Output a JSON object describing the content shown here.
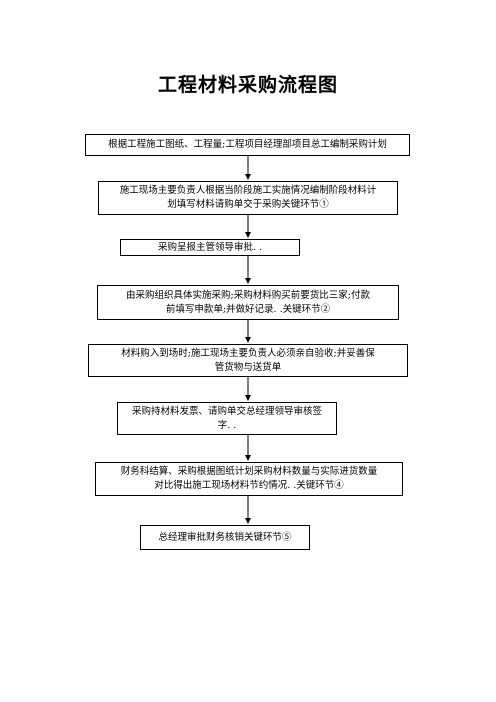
{
  "title": "工程材料采购流程图",
  "steps": [
    "根据工程施工图纸、工程量;工程项目经理部项目总工编制采购计划",
    "施工现场主要负责人根据当阶段施工实施情况编制阶段材料计\n划填写材料请购单交于采购关键环节①",
    "采购呈报主管领导审批. .",
    "由采购组织具体实施采购;采购材料购买前要货比三家;付款\n前填写申款单;并做好记录. .关键环节②",
    "材料购入到场时;施工现场主要负责人必须亲自验收;并妥善保\n管货物与送货单",
    "采购持材料发票、请购单交总经理领导审核签\n字. .",
    "财务科结算、采购根据图纸计划采购材料数量与实际进货数量\n对比得出施工现场材料节约情况. .关键环节④",
    "总经理审批财务核销关键环节⑤"
  ]
}
